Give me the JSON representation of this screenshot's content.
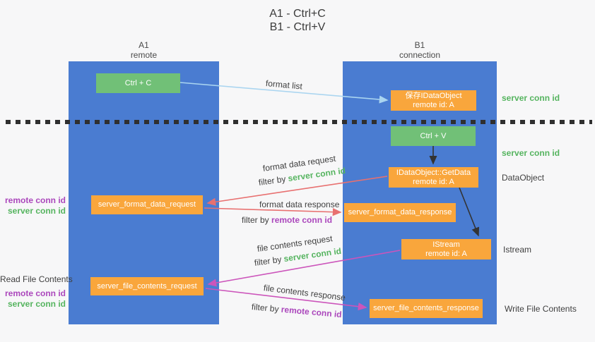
{
  "title": [
    "A1 - Ctrl+C",
    "B1 - Ctrl+V"
  ],
  "lanes": {
    "a1": {
      "name": "A1",
      "role": "remote"
    },
    "b1": {
      "name": "B1",
      "role": "connection"
    }
  },
  "nodes": {
    "ctrl_c": {
      "label": "Ctrl + C"
    },
    "save_dataobject": {
      "line1": "保存IDataObject",
      "line2": "remote id: A"
    },
    "ctrl_v": {
      "label": "Ctrl + V"
    },
    "getdata": {
      "line1": "IDataObject::GetData",
      "line2": "remote id: A"
    },
    "format_request": {
      "label": "server_format_data_request"
    },
    "format_response": {
      "label": "server_format_data_response"
    },
    "istream": {
      "line1": "IStream",
      "line2": "remote id: A"
    },
    "file_request": {
      "label": "server_file_contents_request"
    },
    "file_response": {
      "label": "server_file_contents_response"
    }
  },
  "edge_labels": {
    "format_list": "format list",
    "format_data_request": "format data request",
    "format_data_response": "format data response",
    "file_contents_request": "file contents request",
    "file_contents_response": "file contents response",
    "filter_by": "filter by",
    "server_conn_id": "server conn id",
    "remote_conn_id": "remote conn id"
  },
  "annotations": {
    "right": {
      "server_conn_id_top": "server conn id",
      "server_conn_id_mid": "server conn id",
      "dataobject": "DataObject",
      "istream": "Istream",
      "write_file_contents": "Write File Contents"
    },
    "left": {
      "remote_conn_id_top": "remote conn id",
      "server_conn_id_top": "server conn id",
      "read_file_contents": "Read File Contents",
      "remote_conn_id_bottom": "remote conn id",
      "server_conn_id_bottom": "server conn id"
    }
  },
  "colors": {
    "lane_blue": "#4a7cd1",
    "node_green": "#71c077",
    "node_orange": "#f9a63c",
    "accent_green": "#55b45f",
    "accent_purple": "#ab47bc",
    "arrow_red": "#e87070",
    "arrow_magenta": "#cc55bb",
    "arrow_lightblue": "#aad5f0",
    "arrow_black": "#333333"
  }
}
